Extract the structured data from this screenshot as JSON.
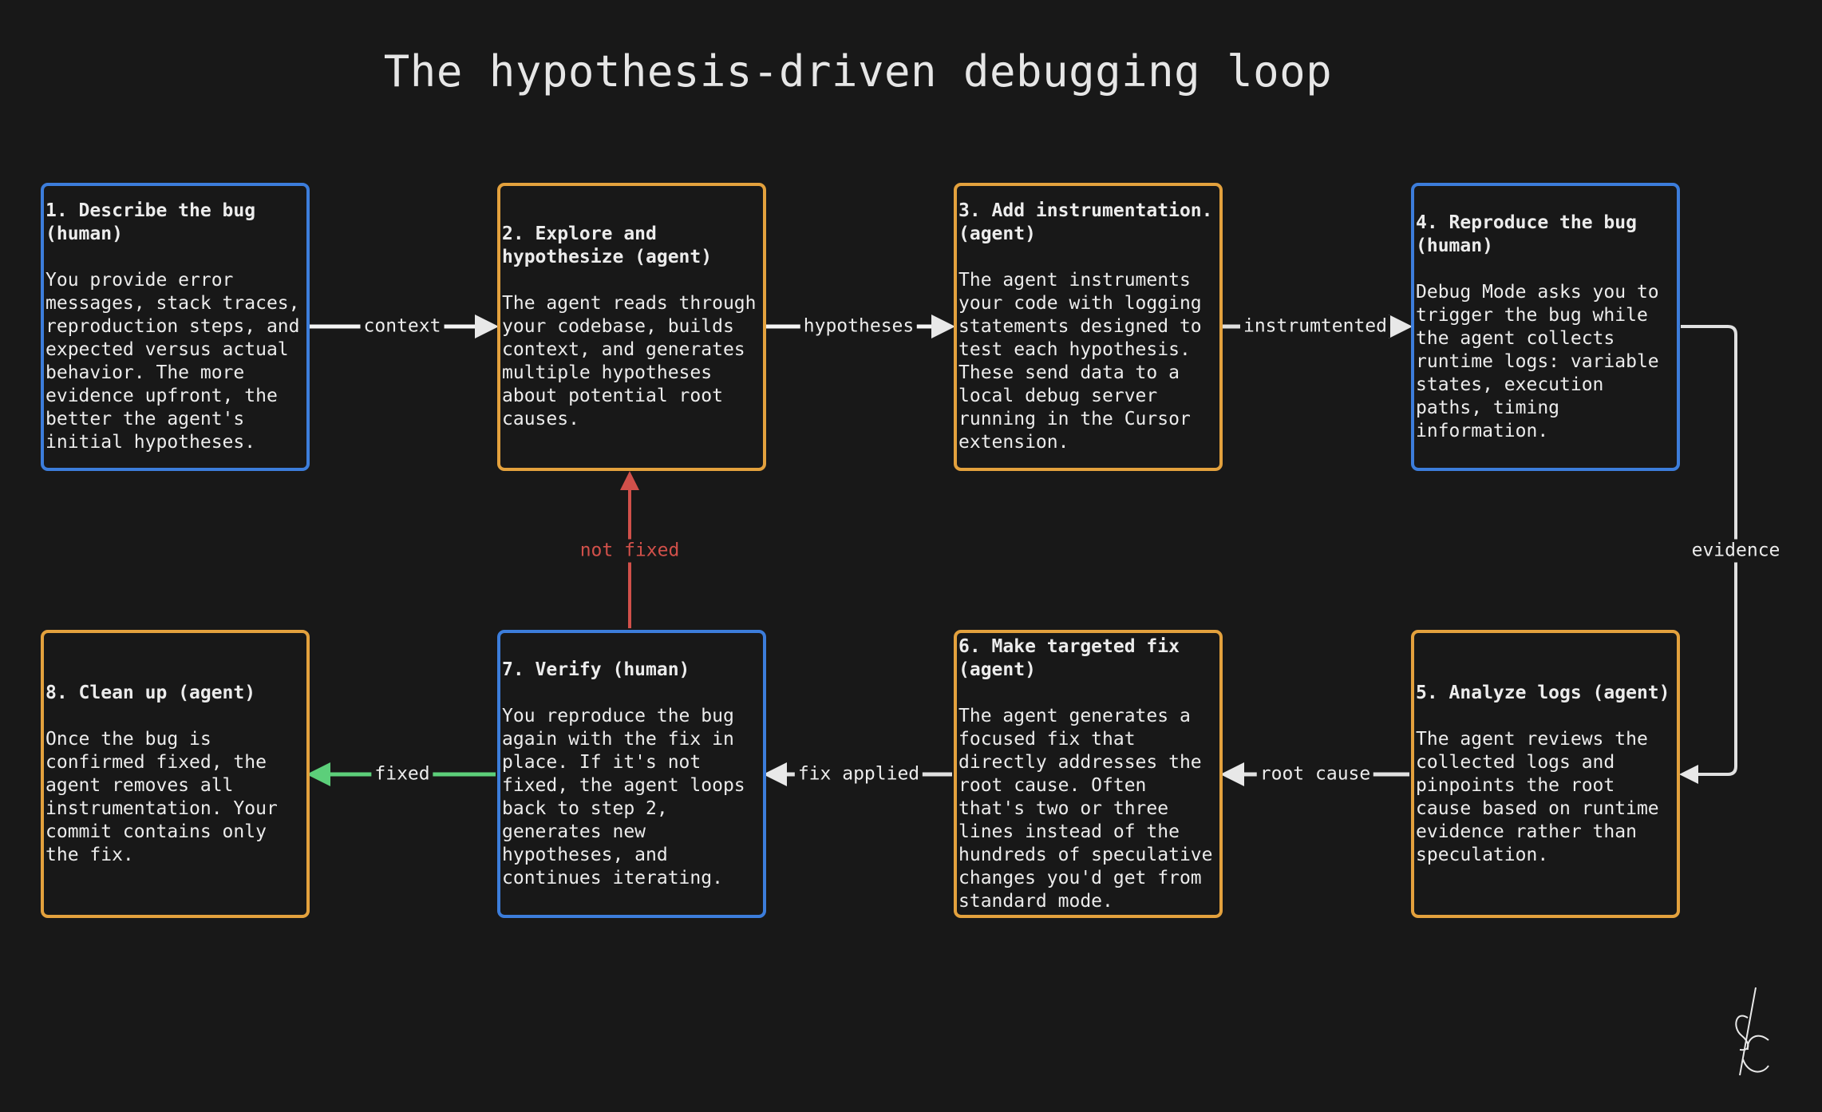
{
  "title": "The hypothesis-driven debugging loop",
  "colors": {
    "background": "#181818",
    "human": "#3c7ddb",
    "agent": "#e3a13d",
    "fixed": "#5ccf7a",
    "not_fixed": "#d1504a",
    "arrow": "#e8e8e8"
  },
  "steps": [
    {
      "title": [
        "1. Describe the bug",
        "(human)"
      ],
      "body": [
        "You provide error",
        "messages, stack traces,",
        "reproduction steps, and",
        "expected versus actual",
        "behavior. The more",
        "evidence upfront, the",
        "better the agent's",
        "initial hypotheses."
      ]
    },
    {
      "title": [
        "2. Explore and",
        "hypothesize (agent)"
      ],
      "body": [
        "The agent reads through",
        "your codebase, builds",
        "context, and generates",
        "multiple hypotheses",
        "about potential root",
        "causes."
      ]
    },
    {
      "title": [
        "3. Add instrumentation.",
        "(agent)"
      ],
      "body": [
        "The agent instruments",
        "your code with logging",
        "statements designed to",
        "test each hypothesis.",
        "These send data to a",
        "local debug server",
        "running in the Cursor",
        "extension."
      ]
    },
    {
      "title": [
        "4. Reproduce the bug",
        "(human)"
      ],
      "body": [
        "Debug Mode asks you to",
        "trigger the bug while",
        "the agent collects",
        "runtime logs: variable",
        "states, execution",
        "paths, timing",
        "information."
      ]
    },
    {
      "title": [
        "5. Analyze logs (agent)"
      ],
      "body": [
        "The agent reviews the",
        "collected logs and",
        "pinpoints the root",
        "cause based on runtime",
        "evidence rather than",
        "speculation."
      ]
    },
    {
      "title": [
        "6. Make targeted fix",
        "(agent)"
      ],
      "body": [
        "The agent generates a",
        "focused fix that",
        "directly addresses the",
        "root cause. Often",
        "that's two or three",
        "lines instead of the",
        "hundreds of speculative",
        "changes you'd get from",
        "standard mode."
      ]
    },
    {
      "title": [
        "7. Verify (human)"
      ],
      "body": [
        "You reproduce the bug",
        "again with the fix in",
        "place. If it's not",
        "fixed, the agent loops",
        "back to step 2,",
        "generates new",
        "hypotheses, and",
        "continues iterating."
      ]
    },
    {
      "title": [
        "8. Clean up (agent)"
      ],
      "body": [
        "Once the bug is",
        "confirmed fixed, the",
        "agent removes all",
        "instrumentation. Your",
        "commit contains only",
        "the fix."
      ]
    }
  ],
  "edges": {
    "context": "context",
    "hypotheses": "hypotheses",
    "instrumented": "instrumtented",
    "evidence": "evidence",
    "root_cause": "root cause",
    "fix_applied": "fix applied",
    "fixed": "fixed",
    "not_fixed": "not fixed"
  }
}
